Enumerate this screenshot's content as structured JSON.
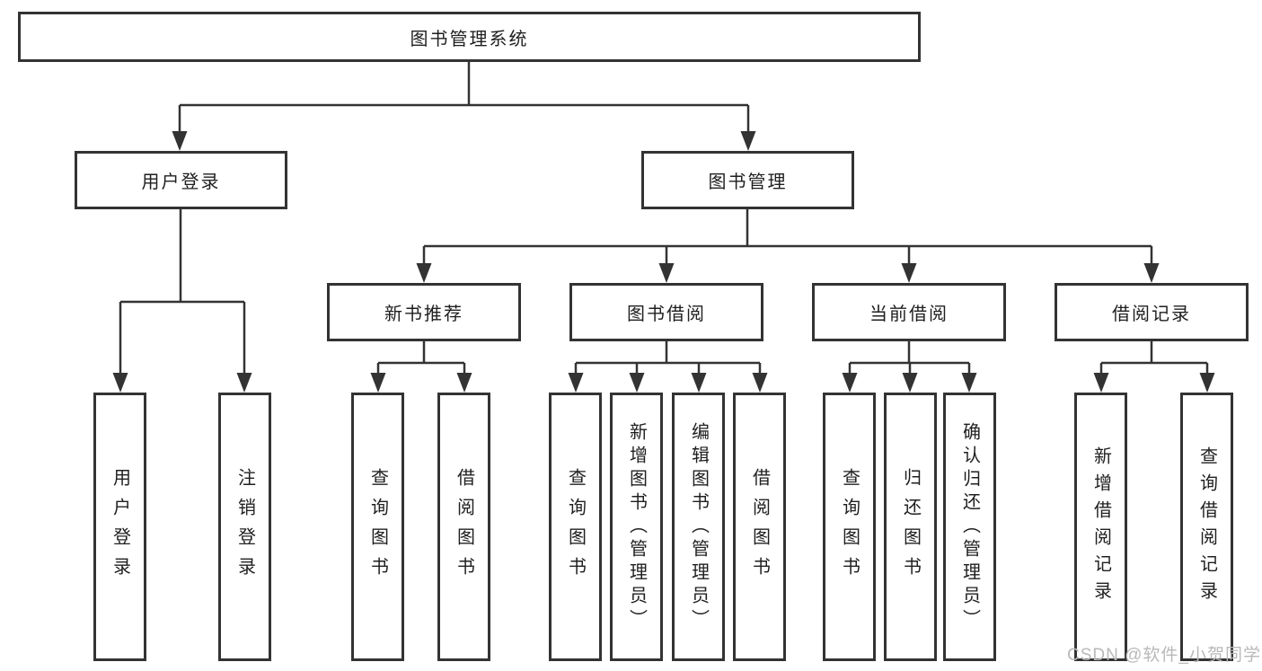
{
  "diagram_title": "图书管理系统",
  "nodes": {
    "root": {
      "label": "图书管理系统"
    },
    "user_login": {
      "label": "用户登录"
    },
    "book_mgmt": {
      "label": "图书管理"
    },
    "new_book_rec": {
      "label": "新书推荐"
    },
    "book_borrow": {
      "label": "图书借阅"
    },
    "current_borrow": {
      "label": "当前借阅"
    },
    "borrow_records": {
      "label": "借阅记录"
    },
    "ul_user_login": {
      "label": "用户登录"
    },
    "ul_logout": {
      "label": "注销登录"
    },
    "nb_query_books": {
      "label": "查询图书"
    },
    "nb_borrow_books": {
      "label": "借阅图书"
    },
    "bb_query_books": {
      "label": "查询图书"
    },
    "bb_add_books": {
      "label": "新增图书（管理员）"
    },
    "bb_edit_books": {
      "label": "编辑图书（管理员）"
    },
    "bb_borrow_books": {
      "label": "借阅图书"
    },
    "cb_query_books": {
      "label": "查询图书"
    },
    "cb_return_books": {
      "label": "归还图书"
    },
    "cb_confirm_return": {
      "label": "确认归还（管理员）"
    },
    "br_add_record": {
      "label": "新增借阅记录"
    },
    "br_query_record": {
      "label": "查询借阅记录"
    }
  },
  "watermark": {
    "text": "CSDN @软件_小贺同学"
  },
  "colors": {
    "line": "#333333",
    "box_border": "#333333",
    "text": "#1f1f1f",
    "watermark": "#b9b9b9",
    "background": "#ffffff"
  }
}
